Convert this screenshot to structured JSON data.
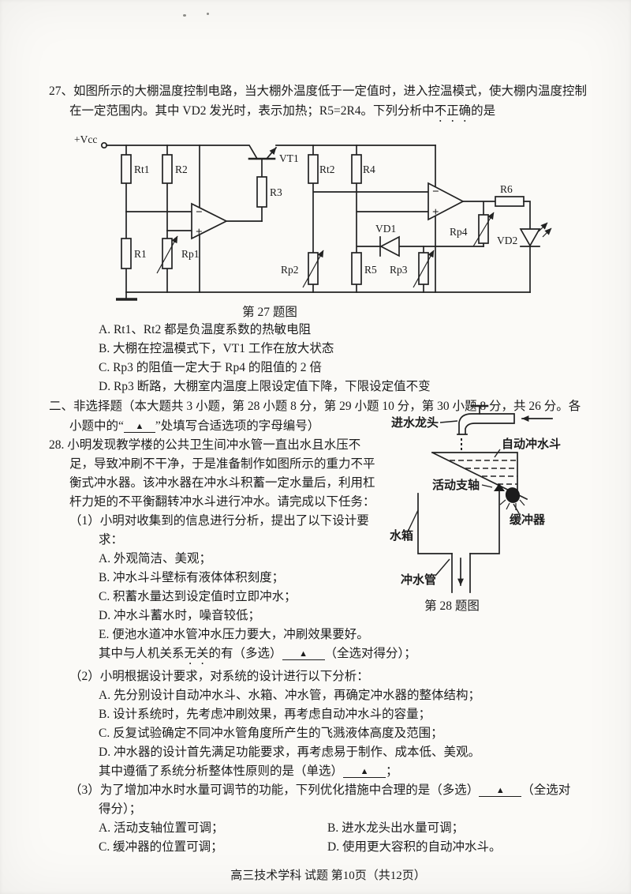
{
  "colors": {
    "ink": "#1c1c1c",
    "paper": "#fbfaf7"
  },
  "marks": {
    "blank_triangle": "▲"
  },
  "q27": {
    "stem_line1": "27、如图所示的大棚温度控制电路，当大棚外温度低于一定值时，进入控温模式，使大棚内温度控制",
    "stem_line2_pre": "在一定范围内。其中 VD2 发光时，表示加热；R5=2R4。下列分析中",
    "stem_line2_emph": "不正确",
    "stem_line2_post": "的是",
    "figure_caption": "第 27 题图",
    "options": [
      "A. Rt1、Rt2 都是负温度系数的热敏电阻",
      "B. 大棚在控温模式下，VT1 工作在放大状态",
      "C. Rp3 的阻值一定大于 Rp4 的阻值的 2 倍",
      "D. Rp3 断路，大棚室内温度上限设定值下降，下限设定值不变"
    ],
    "circuit": {
      "vcc": "+Vcc",
      "rt1": "Rt1",
      "r2": "R2",
      "r1": "R1",
      "rp1": "Rp1",
      "vt1": "VT1",
      "r3": "R3",
      "rt2": "Rt2",
      "r4": "R4",
      "rp2": "Rp2",
      "r5": "R5",
      "rp3": "Rp3",
      "vd1": "VD1",
      "rp4": "Rp4",
      "r6": "R6",
      "vd2": "VD2",
      "op_minus": "−",
      "op_plus": "+"
    }
  },
  "section2": {
    "heading_line1": "二、非选择题（本大题共 3 小题，第 28 小题 8 分，第 29 小题 10 分，第 30 小题 8 分，共 26 分。各",
    "heading_line2_pre": "小题中的“",
    "heading_line2_post": "”处填写合适选项的字母编号）"
  },
  "q28": {
    "stem_lines": [
      "28. 小明发现教学楼的公共卫生间冲水管一直出水且水压不",
      "足，导致冲刷不干净，于是准备制作如图所示的重力不平",
      "衡式冲水器。该冲水器在冲水斗积蓄一定水量后，利用杠",
      "杆力矩的不平衡翻转冲水斗进行冲水。请完成以下任务：",
      "（1）小明对收集到的信息进行分析，提出了以下设计要",
      "求："
    ],
    "figure": {
      "caption": "第 28 题图",
      "labels": {
        "faucet": "进水龙头",
        "bucket": "自动冲水斗",
        "pivot": "活动支轴",
        "buffer": "缓冲器",
        "tank": "水箱",
        "pipe": "冲水管"
      }
    },
    "part1": {
      "options": [
        "A. 外观简洁、美观；",
        "B. 冲水斗斗壁标有液体体积刻度；",
        "C. 积蓄水量达到设定值时立即冲水；",
        "D. 冲水斗蓄水时，噪音较低；",
        "E. 便池水道冲水管冲水压力要大，冲刷效果要好。"
      ],
      "tail_pre": "其中与人机关系",
      "tail_emph": "无关",
      "tail_mid": "的有（多选）",
      "tail_post": "（全选对得分）；"
    },
    "part2": {
      "heading": "（2）小明根据设计要求，对系统的设计进行以下分析：",
      "options": [
        "A. 先分别设计自动冲水斗、水箱、冲水管，再确定冲水器的整体结构；",
        "B. 设计系统时，先考虑冲刷效果，再考虑自动冲水斗的容量；",
        "C. 反复试验确定不同冲水管角度所产生的飞溅液体高度及范围；",
        "D. 冲水器的设计首先满足功能要求，再考虑易于制作、成本低、美观。"
      ],
      "tail_pre": "其中遵循了系统分析整体性原则的是（单选）",
      "tail_post": "；"
    },
    "part3": {
      "line1_pre": "（3）为了增加冲水时水量可调节的功能，下列优化措施中合理的是（多选）",
      "line1_post": "（全选对",
      "line2": "得分）；",
      "option_a": "A. 活动支轴位置可调；",
      "option_b": "B. 进水龙头出水量可调；",
      "option_c": "C. 缓冲器的位置可调；",
      "option_d": "D. 使用更大容积的自动冲水斗。"
    }
  },
  "footer": "高三技术学科 试题 第10页（共12页）"
}
